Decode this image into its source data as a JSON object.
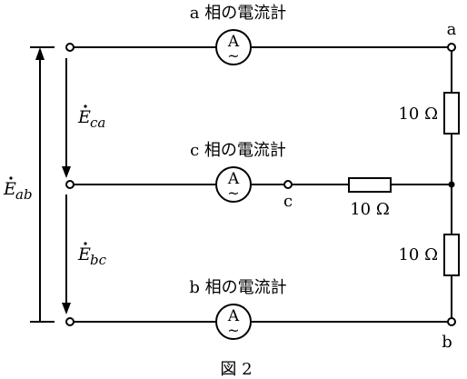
{
  "diagram": {
    "meters": {
      "a": "a 相の電流計",
      "c": "c 相の電流計",
      "b": "b 相の電流計",
      "symbol": "A",
      "tilde": "~"
    },
    "nodes": {
      "a": "a",
      "b": "b",
      "c": "c"
    },
    "resistors": {
      "a_top": "10 Ω",
      "c_mid": "10 Ω",
      "b_bottom": "10 Ω"
    },
    "voltages": {
      "ab": {
        "symbol": "E",
        "sub": "ab"
      },
      "ca": {
        "symbol": "E",
        "sub": "ca"
      },
      "bc": {
        "symbol": "E",
        "sub": "bc"
      }
    },
    "caption": "図 2"
  }
}
